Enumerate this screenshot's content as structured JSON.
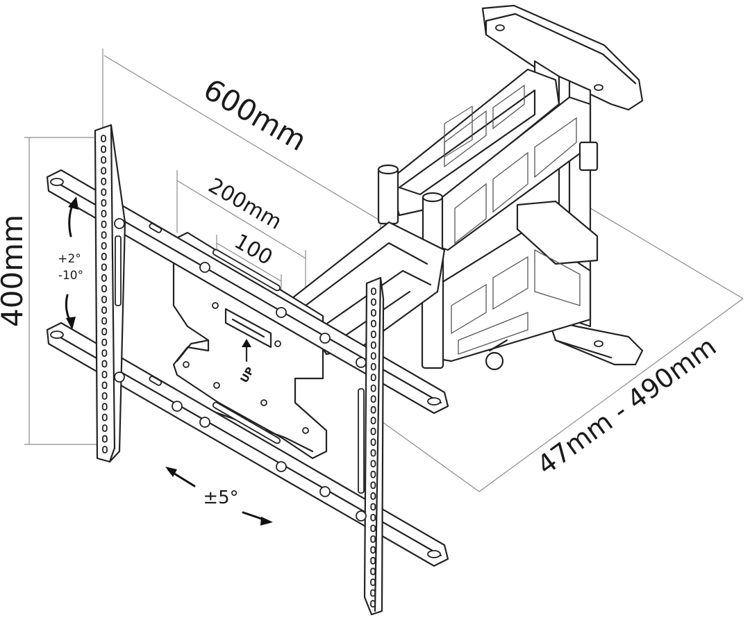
{
  "labels": {
    "width_600": "600mm",
    "height_400": "400mm",
    "width_200": "200mm",
    "width_100": "100",
    "tilt_up": "+2°",
    "tilt_down": "-10°",
    "swivel": "±5°",
    "depth": "47mm - 490mm",
    "up_marker": "UP"
  }
}
